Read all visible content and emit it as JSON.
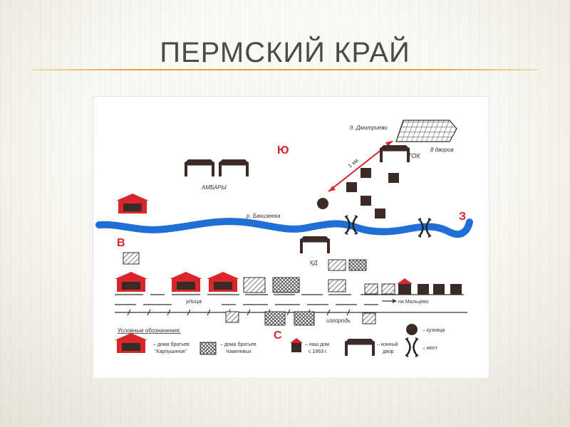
{
  "slide": {
    "title": "ПЕРМСКИЙ КРАЙ"
  },
  "map": {
    "cardinals": {
      "north": "Ю",
      "south": "С",
      "east": "З",
      "west": "В"
    },
    "labels": {
      "dmitrievo": "д. Дмитриево",
      "dvorov": "8 дворов",
      "tok": "ТОК",
      "km": "1 км",
      "ambary": "АМБАРЫ",
      "river": "р. Бачизеека",
      "kd": "КД",
      "ulitsa": "улица",
      "to_maltsevo": "на Мальцево",
      "izgorod": "изгородь"
    },
    "legend": {
      "title": "Условные обозначения:",
      "karpushin_1": "– дома братьев",
      "karpushin_2": "\"Карпушинов\"",
      "chakilev_1": "– дома братьев",
      "chakilev_2": "Чакилевых",
      "ourhouse_1": "– наш дом",
      "ourhouse_2": "с 1963 г.",
      "stable_1": "– конный",
      "stable_2": "двор",
      "smithy": "– кузница",
      "bridge": "– мост"
    },
    "colors": {
      "river": "#1f6fd6",
      "house_red": "#d9262b",
      "dark": "#3b2a26",
      "cardinal": "#d9262b"
    }
  }
}
